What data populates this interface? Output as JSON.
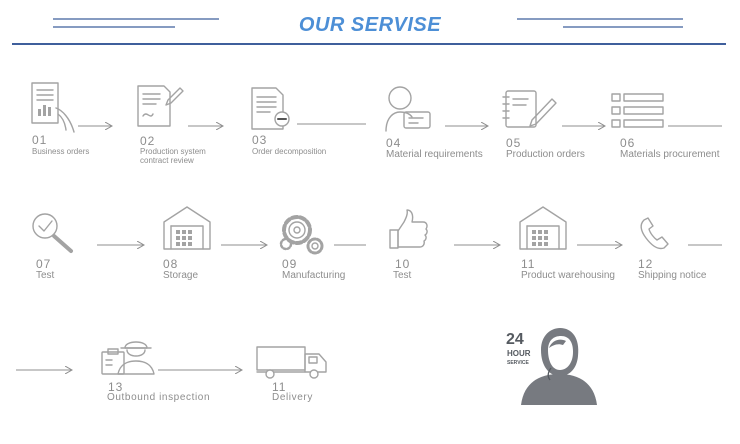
{
  "header": {
    "title": "OUR SERVISE"
  },
  "steps": [
    {
      "num": "01",
      "label": "Business orders",
      "icon": "document-hand-icon"
    },
    {
      "num": "02",
      "label": "Production system contract review",
      "line1": "Production system",
      "line2": "contract review",
      "icon": "contract-pen-icon"
    },
    {
      "num": "03",
      "label": "Order decomposition",
      "icon": "document-minus-icon"
    },
    {
      "num": "04",
      "label": "Material requirements",
      "icon": "person-chat-icon"
    },
    {
      "num": "05",
      "label": "Production orders",
      "icon": "notebook-pen-icon"
    },
    {
      "num": "06",
      "label": "Materials procurement",
      "icon": "checklist-icon"
    },
    {
      "num": "07",
      "label": "Test",
      "icon": "magnifier-check-icon"
    },
    {
      "num": "08",
      "label": "Storage",
      "icon": "warehouse-icon"
    },
    {
      "num": "09",
      "label": "Manufacturing",
      "icon": "gears-icon"
    },
    {
      "num": "10",
      "label": "Test",
      "icon": "thumbs-up-icon"
    },
    {
      "num": "11",
      "label": "Product warehousing",
      "icon": "warehouse-icon"
    },
    {
      "num": "12",
      "label": "Shipping notice",
      "icon": "phone-icon"
    },
    {
      "num": "13",
      "label": "Outbound inspection",
      "icon": "inspector-clipboard-icon"
    },
    {
      "num": "11",
      "label": "Delivery",
      "icon": "truck-icon"
    }
  ],
  "service": {
    "big": "24",
    "hour": "HOUR",
    "service": "SERVICE",
    "icon": "support-agent-icon"
  },
  "colors": {
    "title": "#4d8fd6",
    "rule": "#3f5f9c",
    "icon": "#a3a3a3",
    "text": "#8d8d8d",
    "agent": "#777a80"
  }
}
